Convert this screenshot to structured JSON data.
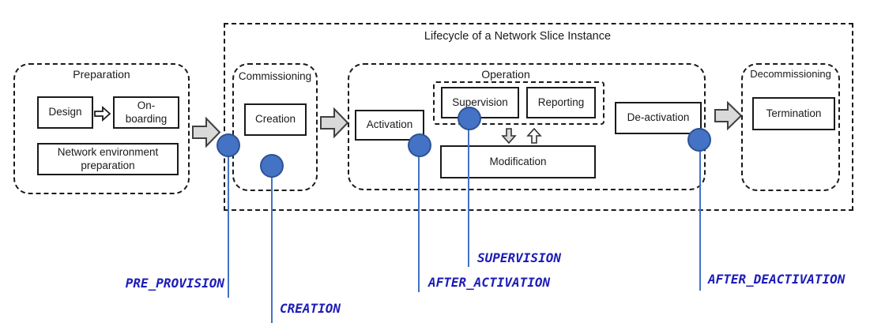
{
  "diagram": {
    "title": "Lifecycle of a Network Slice Instance"
  },
  "phases": {
    "preparation": {
      "title": "Preparation",
      "design": "Design",
      "onboarding_line1": "On-",
      "onboarding_line2": "boarding",
      "network_env_line1": "Network environment",
      "network_env_line2": "preparation"
    },
    "commissioning": {
      "title": "Commissioning",
      "creation": "Creation"
    },
    "operation": {
      "title": "Operation",
      "activation": "Activation",
      "supervision": "Supervision",
      "reporting": "Reporting",
      "modification": "Modification",
      "deactivation": "De-activation"
    },
    "decommissioning": {
      "title": "Decommissioning",
      "termination": "Termination"
    }
  },
  "lifecycle_markers": {
    "pre_provision": "PRE_PROVISION",
    "creation": "CREATION",
    "after_activation": "AFTER_ACTIVATION",
    "supervision": "SUPERVISION",
    "after_deactivation": "AFTER_DEACTIVATION"
  },
  "colors": {
    "marker_fill": "#4472C4",
    "marker_border": "#2E5395",
    "marker_label_text": "#1C1CB8",
    "flow_arrow_fill": "#D9D9D9",
    "box_border": "#1A1A1A"
  }
}
